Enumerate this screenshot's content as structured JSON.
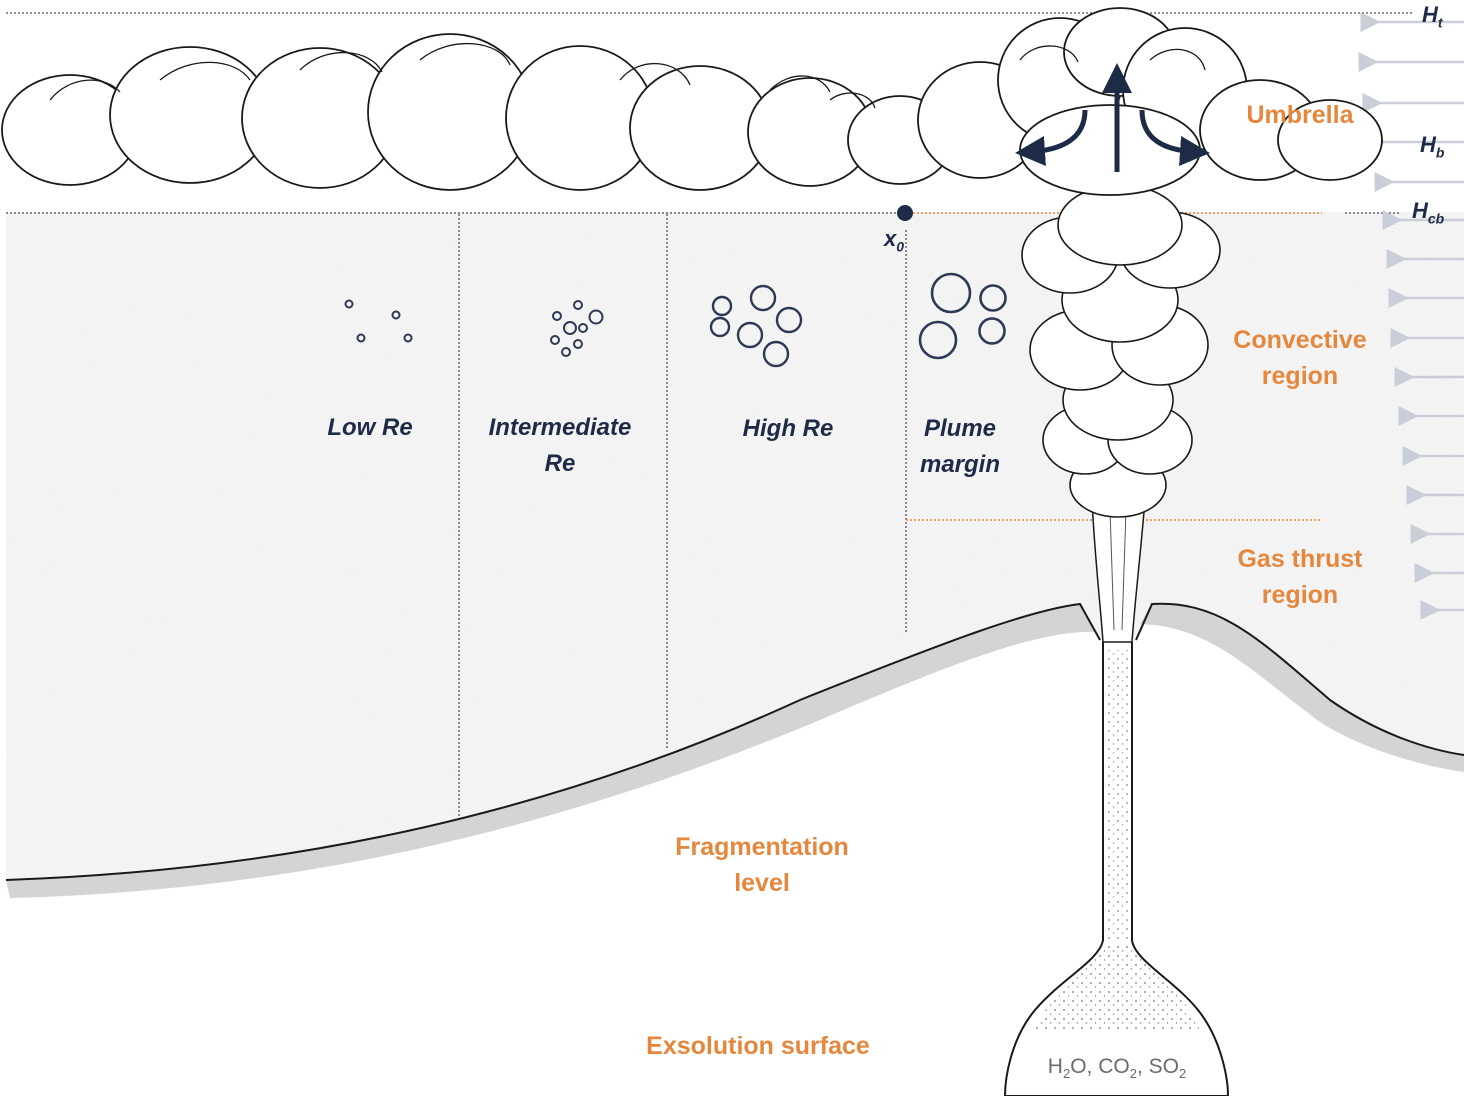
{
  "colors": {
    "accent_orange": "#E5873D",
    "navy": "#1E2B47",
    "wind_arrow": "#C9CED8",
    "ground_shadow": "#D4D4D4",
    "outline": "#1a1a1a"
  },
  "heights": {
    "top": {
      "main": "H",
      "sub": "t"
    },
    "base": {
      "main": "H",
      "sub": "b"
    },
    "cloud_base": {
      "main": "H",
      "sub": "cb"
    }
  },
  "regions": {
    "umbrella": "Umbrella",
    "convective": [
      "Convective",
      "region"
    ],
    "gas_thrust": [
      "Gas thrust",
      "region"
    ],
    "fragmentation": [
      "Fragmentation",
      "level"
    ],
    "exsolution": "Exsolution surface"
  },
  "zones": {
    "low_re": "Low Re",
    "intermediate_re": [
      "Intermediate",
      "Re"
    ],
    "high_re": "High Re",
    "plume_margin": [
      "Plume",
      "margin"
    ]
  },
  "point": {
    "main": "x",
    "sub": "0"
  },
  "gases": [
    {
      "main": "H",
      "sub": "2",
      "tail": "O, "
    },
    {
      "main": "CO",
      "sub": "2",
      "tail": ", "
    },
    {
      "main": "SO",
      "sub": "2",
      "tail": ""
    }
  ]
}
